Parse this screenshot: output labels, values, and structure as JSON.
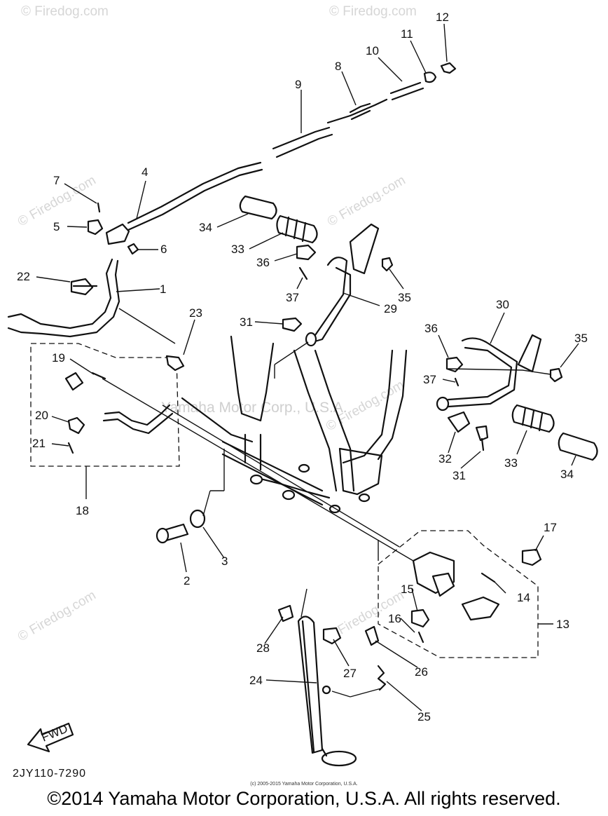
{
  "watermarks": {
    "site": "© Firedog.com",
    "corp": "Yamaha Motor Corp., U.S.A."
  },
  "callouts": {
    "n1": "1",
    "n2": "2",
    "n3": "3",
    "n4": "4",
    "n5": "5",
    "n6": "6",
    "n7": "7",
    "n8": "8",
    "n9": "9",
    "n10": "10",
    "n11": "11",
    "n12": "12",
    "n13": "13",
    "n14": "14",
    "n15": "15",
    "n16": "16",
    "n17": "17",
    "n18": "18",
    "n19": "19",
    "n20": "20",
    "n21": "21",
    "n22": "22",
    "n23": "23",
    "n24": "24",
    "n25": "25",
    "n26": "26",
    "n27": "27",
    "n28": "28",
    "n29": "29",
    "n30": "30",
    "n31": "31",
    "n32": "32",
    "n33": "33",
    "n34": "34",
    "n35": "35",
    "n36": "36",
    "n37": "37"
  },
  "fwd": "FWD",
  "diagram_code": "2JY110-7290",
  "small_copyright": "(c) 2005-2015 Yamaha Motor Corporation, U.S.A.",
  "copyright": "©2014 Yamaha Motor Corporation, U.S.A. All rights reserved."
}
